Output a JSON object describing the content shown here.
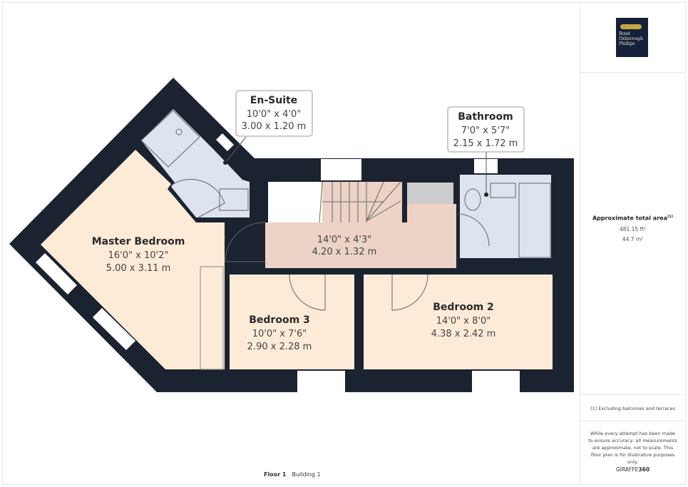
{
  "colors": {
    "wall": "#1b2230",
    "bedroom": "#fdebd8",
    "hall": "#ecd3c6",
    "bathroom": "#dde3ef",
    "store": "#cdcdcd"
  },
  "logo": {
    "text": "Bond Oxborough Phillips",
    "icon": "key-icon"
  },
  "rooms": {
    "ensuite": {
      "name": "En-Suite",
      "imperial": "10'0\" x 4'0\"",
      "metric": "3.00 x 1.20 m"
    },
    "bathroom": {
      "name": "Bathroom",
      "imperial": "7'0\" x 5'7\"",
      "metric": "2.15 x 1.72 m"
    },
    "master": {
      "name": "Master Bedroom",
      "imperial": "16'0\" x 10'2\"",
      "metric": "5.00 x 3.11 m"
    },
    "landing": {
      "imperial": "14'0\" x 4'3\"",
      "metric": "4.20 x 1.32 m"
    },
    "bedroom3": {
      "name": "Bedroom 3",
      "imperial": "10'0\" x 7'6\"",
      "metric": "2.90 x 2.28 m"
    },
    "bedroom2": {
      "name": "Bedroom 2",
      "imperial": "14'0\" x 8'0\"",
      "metric": "4.38 x 2.42 m"
    }
  },
  "sidebar": {
    "area_title": "Approximate total area",
    "area_note_marker": "(1)",
    "area_ft": "481.15 ft²",
    "area_m": "44.7 m²",
    "footnote": "(1) Excluding balconies and terraces",
    "disclaimer": "While every attempt has been made to ensure accuracy, all measurements are approximate, not to scale. This floor plan is for illustrative purposes only.",
    "brand_a": "GIRAFFE",
    "brand_b": "360"
  },
  "footer": {
    "floor": "Floor 1",
    "building": "Building 1"
  }
}
